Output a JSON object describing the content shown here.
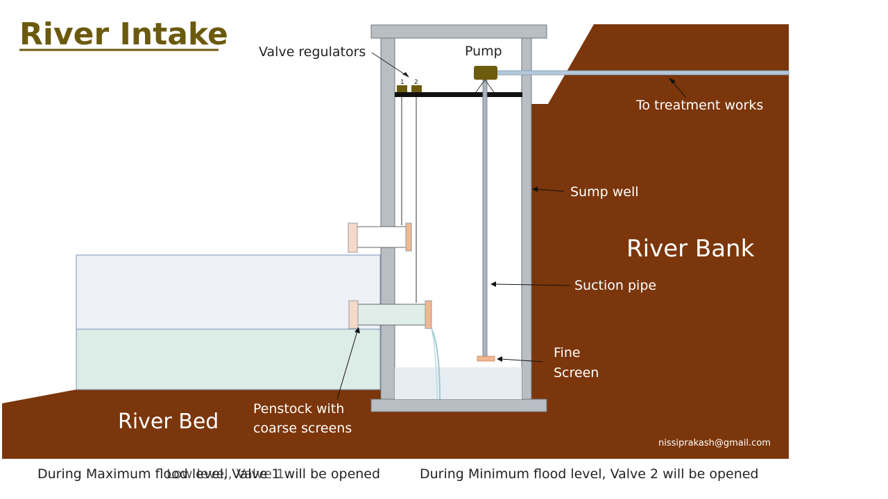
{
  "title": "River Intake",
  "labels": {
    "valve_regulators": "Valve regulators",
    "valve_1": "1",
    "valve_2": "2",
    "pump": "Pump",
    "to_treatment_works": "To treatment works",
    "sump_well": "Sump well",
    "river_bank": "River Bank",
    "suction_pipe": "Suction pipe",
    "fine_screen_line1": "Fine",
    "fine_screen_line2": "Screen",
    "river_bed": "River Bed",
    "penstock_line1": "Penstock with",
    "penstock_line2": "coarse screens",
    "email": "nissiprakash@gmail.com"
  },
  "captions": {
    "max_flood": "During Maximum flood level, Valve 1 will be opened",
    "low_overlay": "Low level, Valve 1",
    "min_flood": "During Minimum flood level, Valve 2 will be opened"
  },
  "colors": {
    "earth": "#7b360b",
    "title": "#6b5a0e",
    "wall": "#b9bec4",
    "water": "#dcece6",
    "pump": "#6e5c0e",
    "screen": "#f0b890"
  }
}
